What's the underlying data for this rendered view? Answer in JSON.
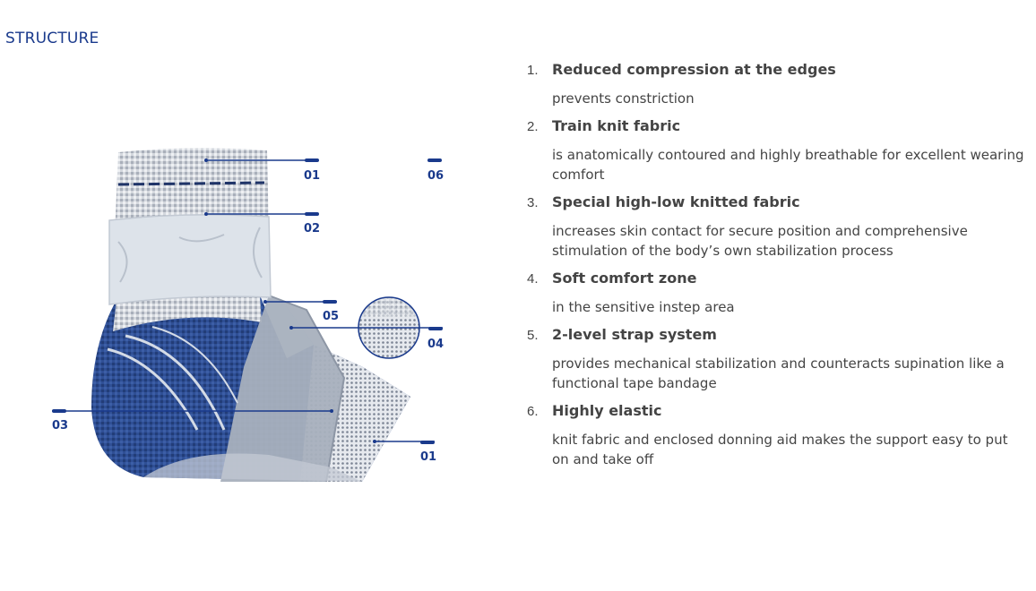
{
  "section": {
    "title": "STRUCTURE"
  },
  "figure": {
    "callouts": [
      "01",
      "02",
      "03",
      "04",
      "05",
      "06",
      "01"
    ],
    "colors": {
      "accent": "#1a3a8c",
      "knit_blue": "#2f4f95",
      "knit_grey": "#c9ced6",
      "strap": "#dde3ea"
    }
  },
  "features": [
    {
      "num": "1.",
      "title": "Reduced compression at the edges",
      "desc": "prevents constriction"
    },
    {
      "num": "2.",
      "title": "Train knit fabric",
      "desc": "is anatomically contoured and highly breathable for excellent wearing comfort"
    },
    {
      "num": "3.",
      "title": "Special high-low knitted fabric",
      "desc": "increases skin contact for secure position and comprehensive stimulation of the body’s own stabilization process"
    },
    {
      "num": "4.",
      "title": "Soft comfort zone",
      "desc": "in the sensitive instep area"
    },
    {
      "num": "5.",
      "title": "2-level strap system",
      "desc": "provides mechanical stabilization and counteracts supination like a functional tape bandage"
    },
    {
      "num": "6.",
      "title": "Highly elastic",
      "desc": "knit fabric and enclosed donning aid makes the support easy to put on and take off"
    }
  ]
}
